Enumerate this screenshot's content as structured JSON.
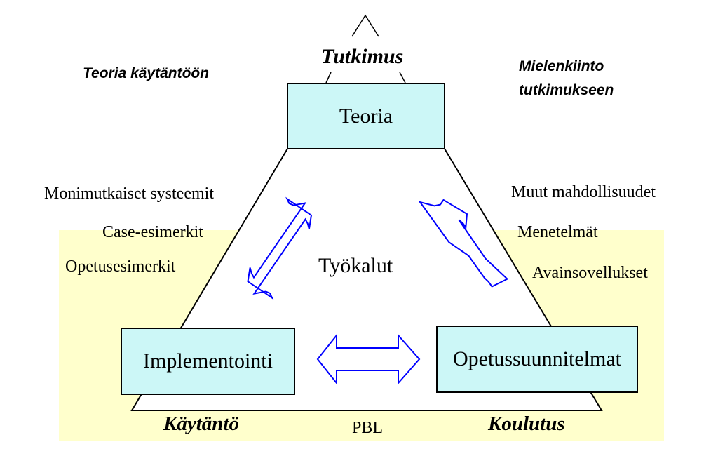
{
  "corners": {
    "top": "Tutkimus",
    "bottom_left": "Käytäntö",
    "bottom_right": "Koulutus"
  },
  "edges": {
    "top_left": "Teoria käytäntöön",
    "top_right_line1": "Mielenkiinto",
    "top_right_line2": "tutkimukseen",
    "bottom": "PBL"
  },
  "left_list": [
    "Monimutkaiset systeemit",
    "Case-esimerkit",
    "Opetusesimerkit"
  ],
  "right_list": [
    "Muut mahdollisuudet",
    "Menetelmät",
    "Avainsovellukset"
  ],
  "nodes": {
    "top": "Teoria",
    "left": "Implementointi",
    "right": "Opetussuunnitelmat"
  },
  "center": "Työkalut",
  "colors": {
    "box_fill": "#ccf7f7",
    "practice_area": "#ffffcc",
    "arrow_stroke": "#0000ff"
  },
  "icons": {
    "arrows": "double-headed-arrow-icon"
  }
}
